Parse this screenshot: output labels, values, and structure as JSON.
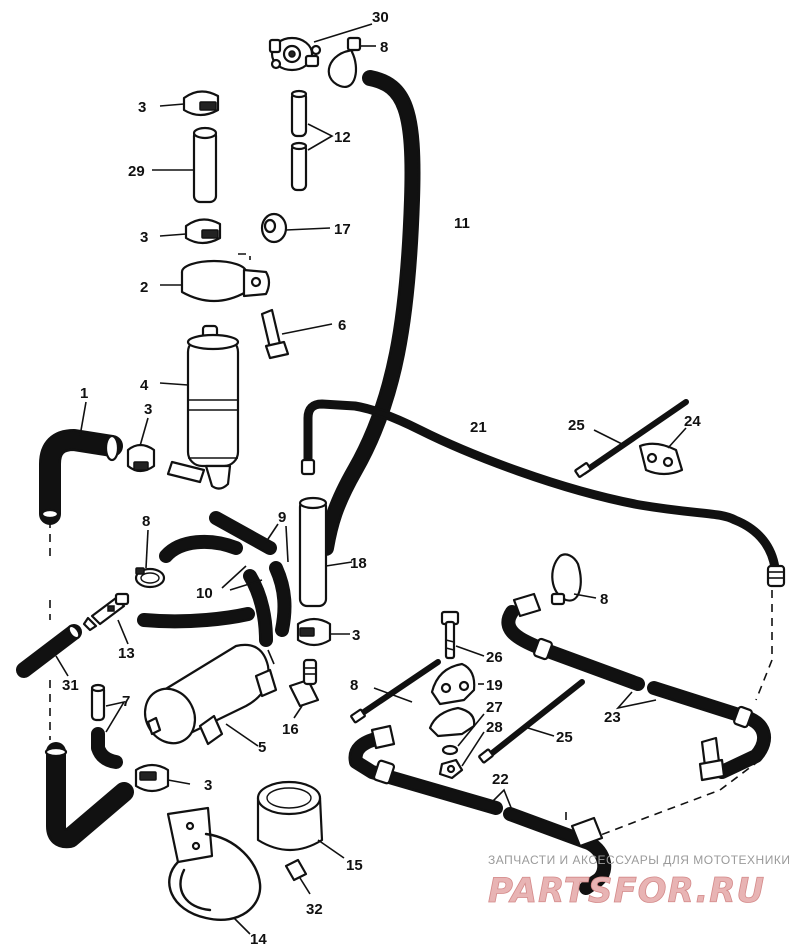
{
  "callouts": {
    "c1": "1",
    "c2": "2",
    "c3a": "3",
    "c3b": "3",
    "c3c": "3",
    "c3d": "3",
    "c3e": "3",
    "c4": "4",
    "c5": "5",
    "c6": "6",
    "c7": "7",
    "c8a": "8",
    "c8b": "8",
    "c8c": "8",
    "c8d": "8",
    "c9": "9",
    "c10": "10",
    "c11": "11",
    "c12": "12",
    "c13": "13",
    "c14": "14",
    "c15": "15",
    "c16": "16",
    "c17": "17",
    "c18": "18",
    "c19": "19",
    "c21": "21",
    "c22": "22",
    "c23": "23",
    "c24": "24",
    "c25a": "25",
    "c25b": "25",
    "c26": "26",
    "c27": "27",
    "c28": "28",
    "c29": "29",
    "c30": "30",
    "c31": "31",
    "c32": "32"
  },
  "watermark": {
    "tagline": "ЗАПЧАСТИ И АКСЕССУАРЫ ДЛЯ МОТОТЕХНИКИ",
    "brand": "PARTSFOR.RU"
  }
}
